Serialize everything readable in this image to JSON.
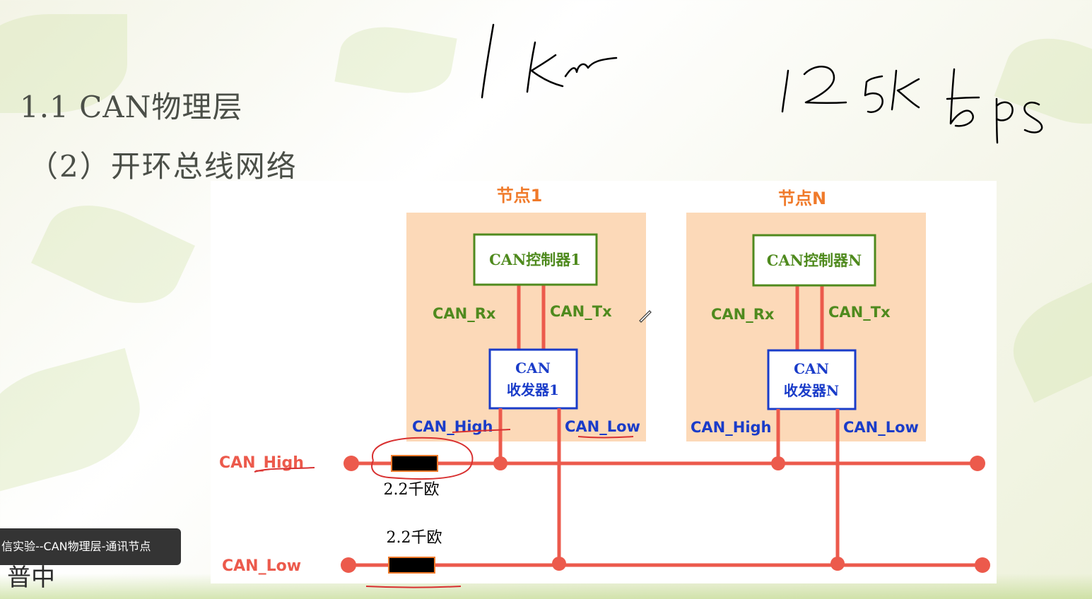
{
  "slide": {
    "title": "1.1 CAN物理层",
    "subtitle": "（2）开环总线网络"
  },
  "handwriting": {
    "distance": "1km",
    "rate": "125kbps"
  },
  "diagram": {
    "node1": {
      "label": "节点1",
      "controller": "CAN控制器1",
      "rx": "CAN_Rx",
      "tx": "CAN_Tx",
      "transceiver_line1": "CAN",
      "transceiver_line2": "收发器1",
      "high": "CAN_High",
      "low": "CAN_Low"
    },
    "nodeN": {
      "label": "节点N",
      "controller": "CAN控制器N",
      "rx": "CAN_Rx",
      "tx": "CAN_Tx",
      "transceiver_line1": "CAN",
      "transceiver_line2": "收发器N",
      "high": "CAN_High",
      "low": "CAN_Low"
    },
    "bus_high_label": "CAN_High",
    "bus_low_label": "CAN_Low",
    "resistor_high": "2.2千欧",
    "resistor_low": "2.2千欧"
  },
  "video": {
    "caption": "信实验--CAN物理层-通讯节点",
    "partial_text_below": "普中"
  },
  "colors": {
    "node_bg": "#fcd9b8",
    "green": "#4f8a1e",
    "orange": "#f07a2a",
    "bus_red": "#ec5a4c",
    "blue": "#1a3cc9"
  }
}
